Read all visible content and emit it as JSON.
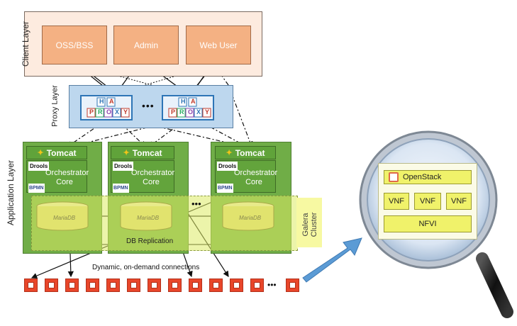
{
  "client_layer": {
    "label": "Client Layer",
    "boxes": [
      "OSS/BSS",
      "Admin",
      "Web User"
    ]
  },
  "proxy_layer": {
    "label": "Proxy Layer",
    "ellipsis": "•••",
    "haproxy_top": [
      "H",
      "A"
    ],
    "haproxy_bottom": [
      "P",
      "R",
      "O",
      "X",
      "Y"
    ]
  },
  "application_layer": {
    "label": "Application Layer",
    "nodes": [
      {
        "tomcat": "Tomcat",
        "drools": "Drools",
        "bpmn": "BPMN",
        "orchestrator": "Orchestrator Core",
        "db": "MariaDB"
      },
      {
        "tomcat": "Tomcat",
        "drools": "Drools",
        "bpmn": "BPMN",
        "orchestrator": "Orchestrator Core",
        "db": "MariaDB"
      },
      {
        "tomcat": "Tomcat",
        "drools": "Drools",
        "bpmn": "BPMN",
        "orchestrator": "Orchestrator Core",
        "db": "MariaDB"
      }
    ],
    "ellipsis": "•••",
    "db_replication": "DB Replication",
    "galera_cluster": "Galera Cluster"
  },
  "connections_label": "Dynamic, on-demand connections",
  "vm_ellipsis": "•••",
  "lens": {
    "openstack": "OpenStack",
    "vnf": [
      "VNF",
      "VNF",
      "VNF"
    ],
    "nfvi": "NFVI"
  },
  "colors": {
    "client_bg": "#fdebdf",
    "client_box": "#f4b183",
    "proxy_bg": "#bdd7ee",
    "app_green": "#70ad47",
    "vm_red": "#e8462a",
    "lens_yellow": "#f0f26a",
    "arrow_blue": "#5b9bd5"
  }
}
